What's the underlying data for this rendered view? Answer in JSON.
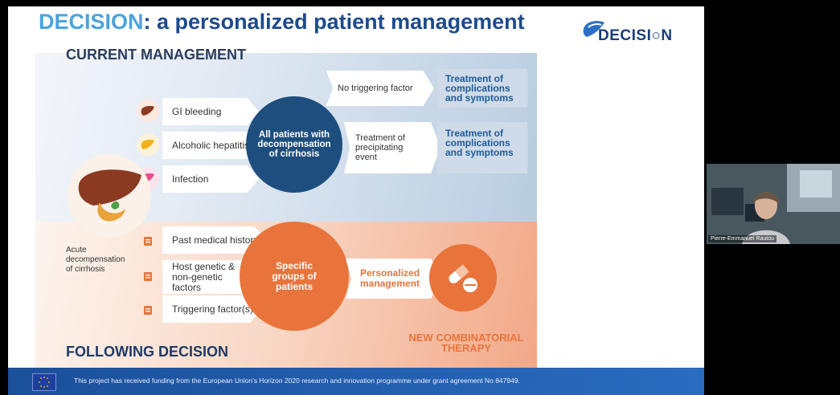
{
  "slide": {
    "title_highlight": "DECISION",
    "title_rest": ": a personalized patient management",
    "logo_text": "DECISI○N",
    "current_title": "CURRENT MANAGEMENT",
    "following_title": "FOLLOWING DECISION",
    "current_factors": [
      "GI bleeding",
      "Alcoholic hepatitis",
      "Infection"
    ],
    "central_current": "All patients with decompensation of cirrhosis",
    "arrow_no_trigger": "No triggering factor",
    "arrow_treatment": "Treatment of precipitating event",
    "outcome_1": "Treatment of complications and symptoms",
    "outcome_2": "Treatment of complications and symptoms",
    "acute_label": "Acute decompensation of cirrhosis",
    "following_factors": [
      "Past medical history",
      "Host genetic & non-genetic factors",
      "Triggering factor(s)"
    ],
    "central_following": "Specific groups of patients",
    "personalized": "Personalized management",
    "new_therapy": "NEW COMBINATORIAL THERAPY",
    "footer_text": "This project has received funding from the European Union's Horizon 2020 research and innovation programme under grant agreement No 847949."
  },
  "webcam": {
    "participant_name": "Pierre-Emmanuel Rautou"
  },
  "colors": {
    "title_dark": "#1e4a8e",
    "title_light": "#4aa3df",
    "circle_blue": "#1d4e7e",
    "circle_orange": "#e8743c",
    "footer": "#1b4f9a"
  }
}
